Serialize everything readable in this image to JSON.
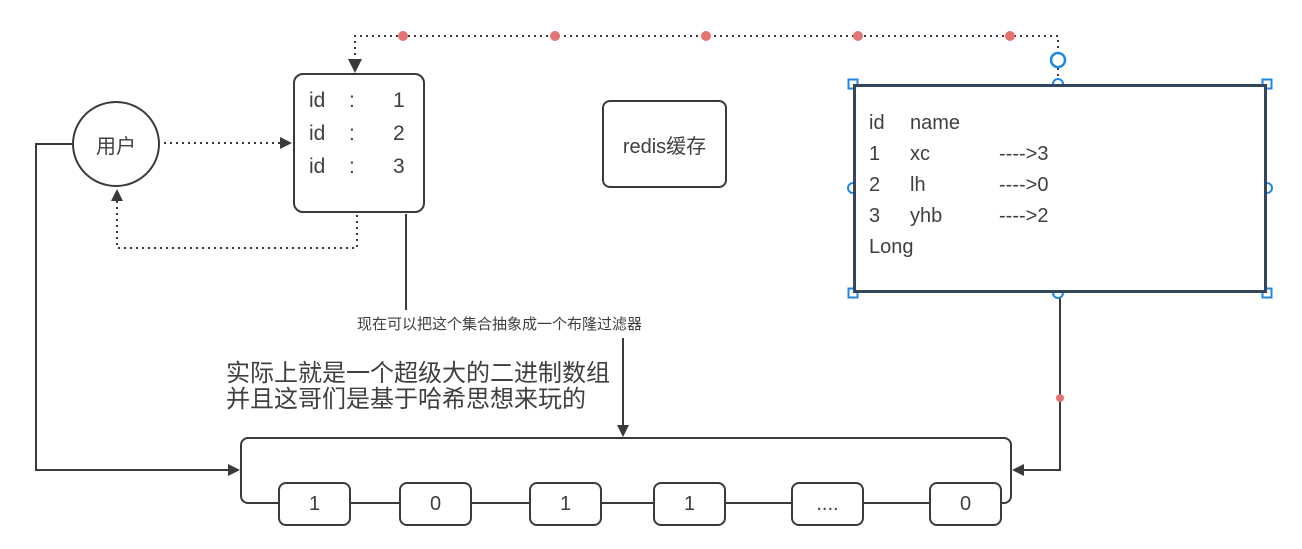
{
  "diagram": {
    "user_node": {
      "label": "用户"
    },
    "id_list_box": {
      "rows": [
        {
          "key": "id",
          "sep": ":",
          "value": "1"
        },
        {
          "key": "id",
          "sep": ":",
          "value": "2"
        },
        {
          "key": "id",
          "sep": ":",
          "value": "3"
        }
      ]
    },
    "redis_box": {
      "label": "redis缓存"
    },
    "table_box": {
      "header": {
        "col1": "id",
        "col2": "name"
      },
      "rows": [
        {
          "id": "1",
          "name": "xc",
          "map": "---->3"
        },
        {
          "id": "2",
          "name": "lh",
          "map": "---->0"
        },
        {
          "id": "3",
          "name": "yhb",
          "map": "---->2"
        }
      ],
      "footer": "Long"
    },
    "annotation_small": "现在可以把这个集合抽象成一个布隆过滤器",
    "annotation_large_line1": "实际上就是一个超级大的二进制数组",
    "annotation_large_line2": "并且这哥们是基于哈希思想来玩的",
    "bit_array": {
      "cells": [
        "1",
        "0",
        "1",
        "1",
        "....",
        "0"
      ]
    },
    "colors": {
      "stroke": "#3a3a3a",
      "selected_border": "#33475b",
      "selection_handle": "#1f87e8",
      "waypoint_dot": "#e57373"
    }
  }
}
